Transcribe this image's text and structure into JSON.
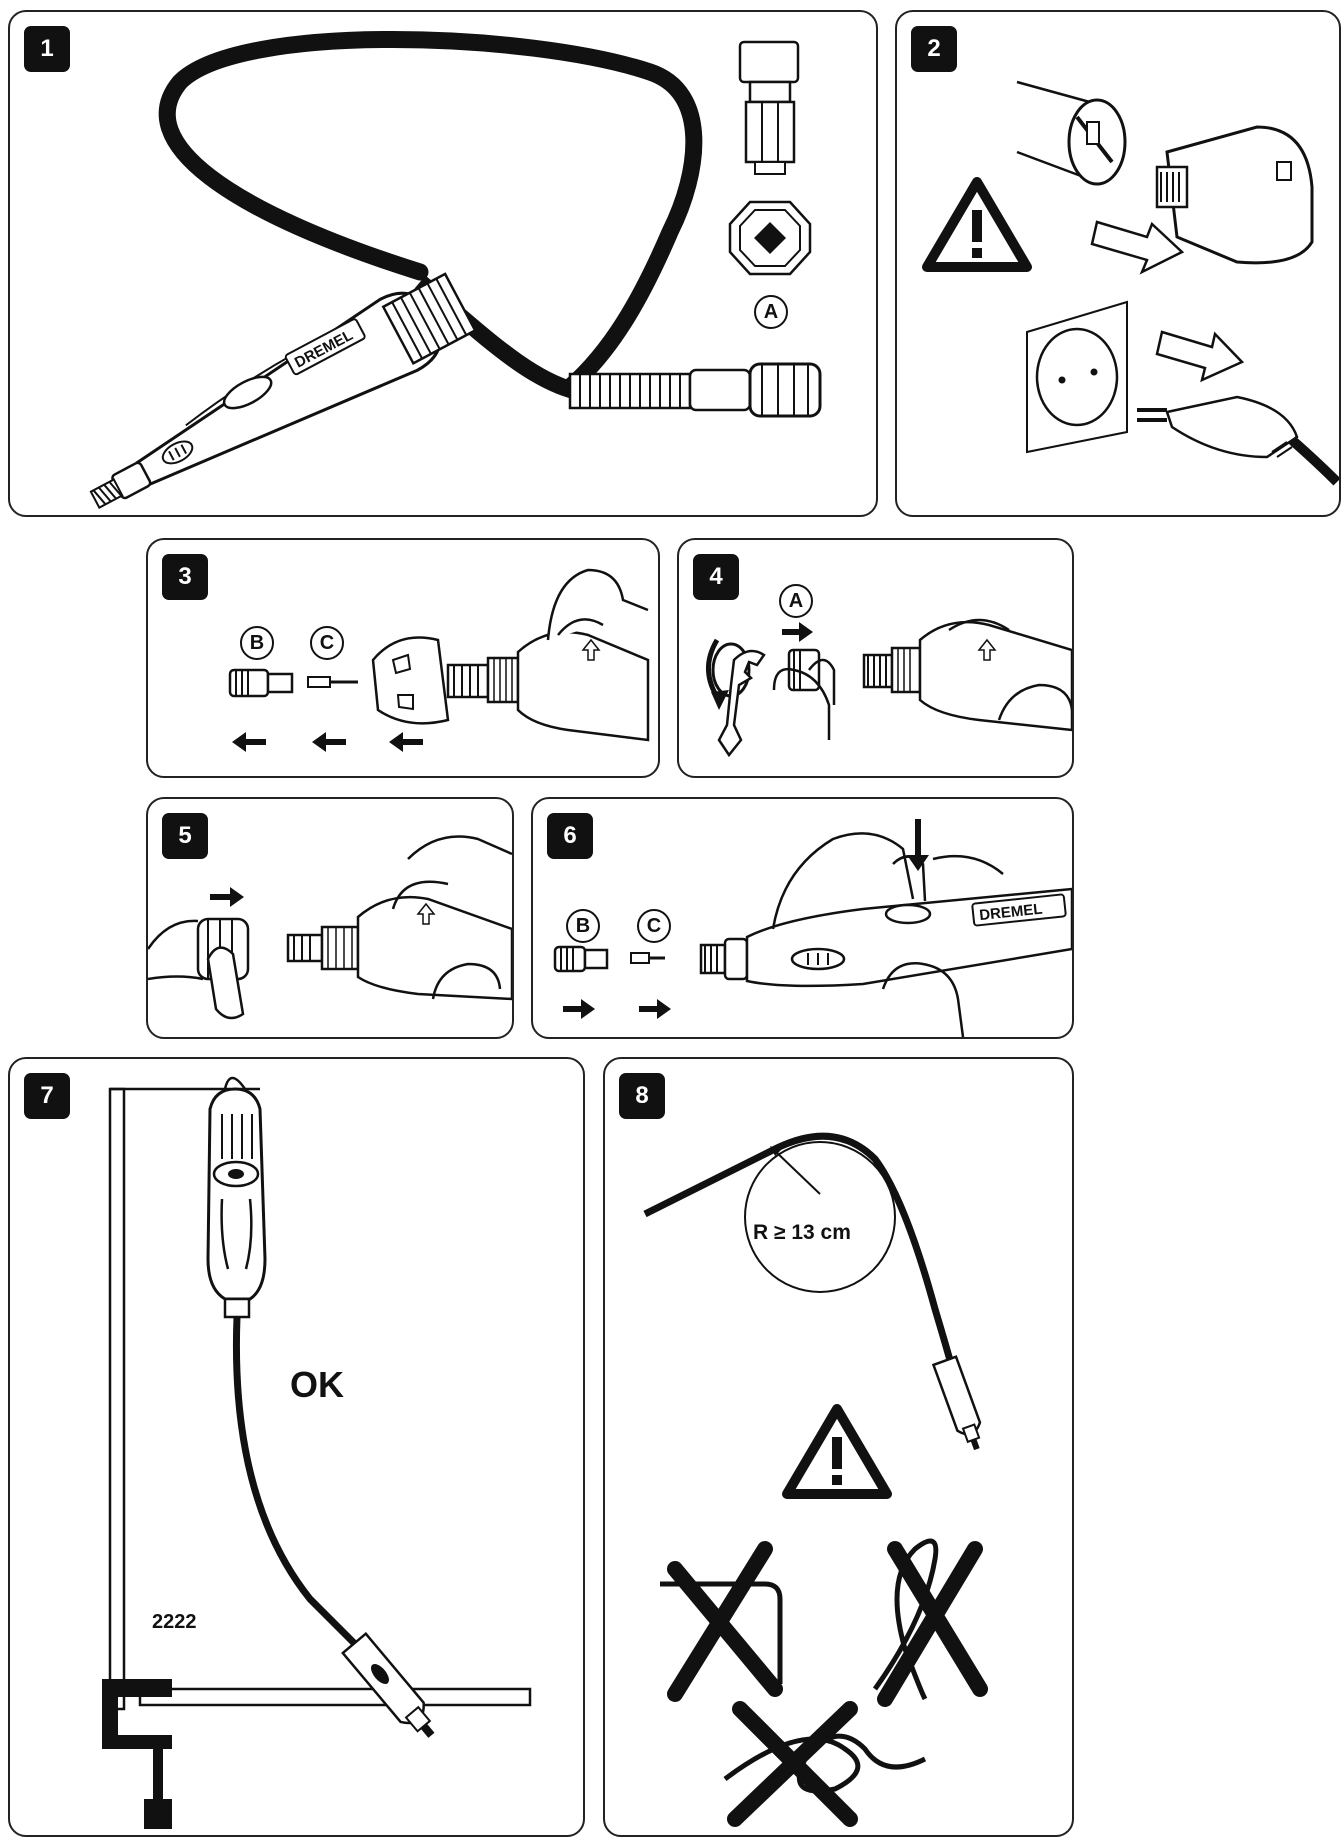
{
  "panels": [
    {
      "number": "1",
      "callouts": [
        "A"
      ],
      "brand_label": "DREMEL"
    },
    {
      "number": "2"
    },
    {
      "number": "3",
      "callouts": [
        "B",
        "C"
      ]
    },
    {
      "number": "4",
      "callouts": [
        "A"
      ]
    },
    {
      "number": "5"
    },
    {
      "number": "6",
      "callouts": [
        "B",
        "C"
      ],
      "brand_label": "DREMEL"
    },
    {
      "number": "7",
      "status_text": "OK",
      "model_label": "2222"
    },
    {
      "number": "8",
      "radius_label": "R ≥ 13 cm"
    }
  ],
  "icons": [
    "warning-triangle-icon",
    "arrow-left-icon",
    "arrow-right-icon",
    "arrow-down-icon",
    "rotate-icon",
    "cross-out-icon"
  ],
  "colors": {
    "ink": "#111111",
    "line": "#222222",
    "paper": "#ffffff",
    "shade": "#e8e8e8"
  }
}
